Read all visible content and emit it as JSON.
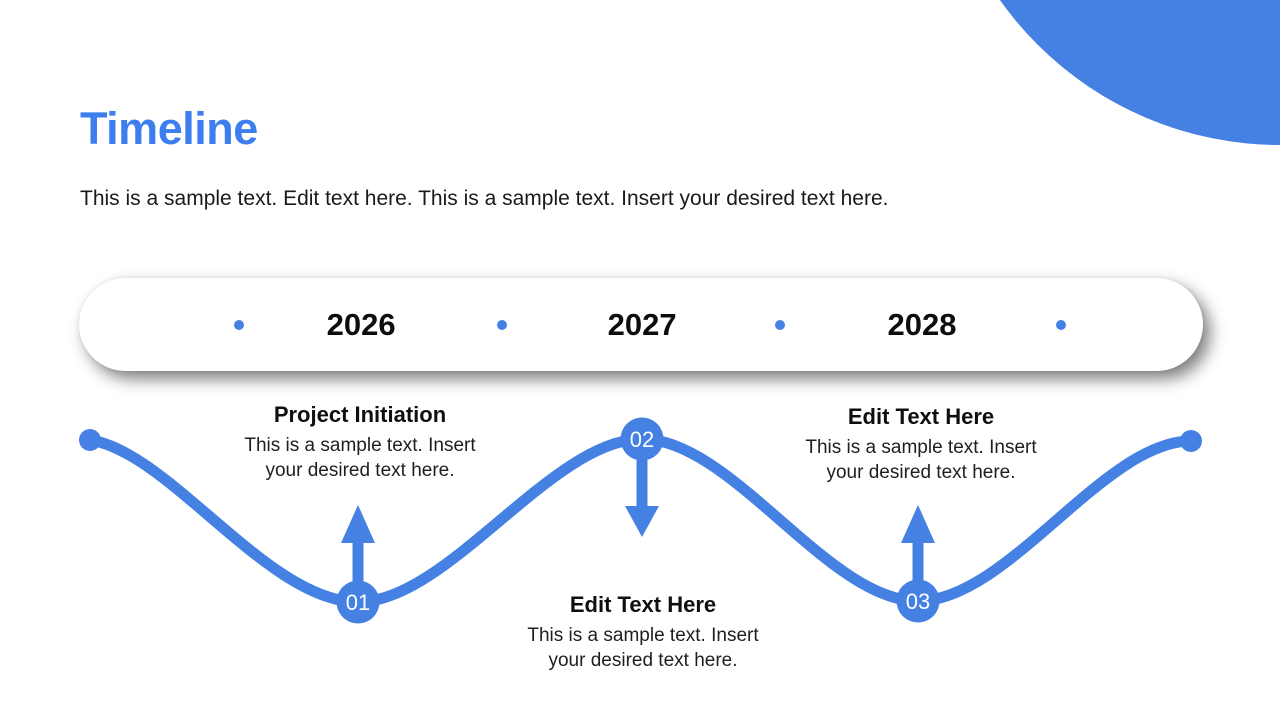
{
  "slide": {
    "title": "Timeline",
    "subtitle": "This is a sample text. Edit text here. This is a sample text. Insert your desired text here."
  },
  "colors": {
    "accent": "#4481E3",
    "titleBlue": "#3D7EEE",
    "ink": "#1A1A1A",
    "yearInk": "#0D0D0D"
  },
  "year_bar": {
    "years": [
      "2026",
      "2027",
      "2028"
    ]
  },
  "milestones": [
    {
      "number": "01",
      "title": "Project Initiation",
      "body_line1": "This is a sample text. Insert",
      "body_line2": "your desired text here.",
      "arrow_direction": "up"
    },
    {
      "number": "02",
      "title": "Edit Text Here",
      "body_line1": "This is a sample text. Insert",
      "body_line2": "your desired text here.",
      "arrow_direction": "down"
    },
    {
      "number": "03",
      "title": "Edit Text Here",
      "body_line1": "This is a sample text. Insert",
      "body_line2": "your desired text here.",
      "arrow_direction": "up"
    }
  ]
}
